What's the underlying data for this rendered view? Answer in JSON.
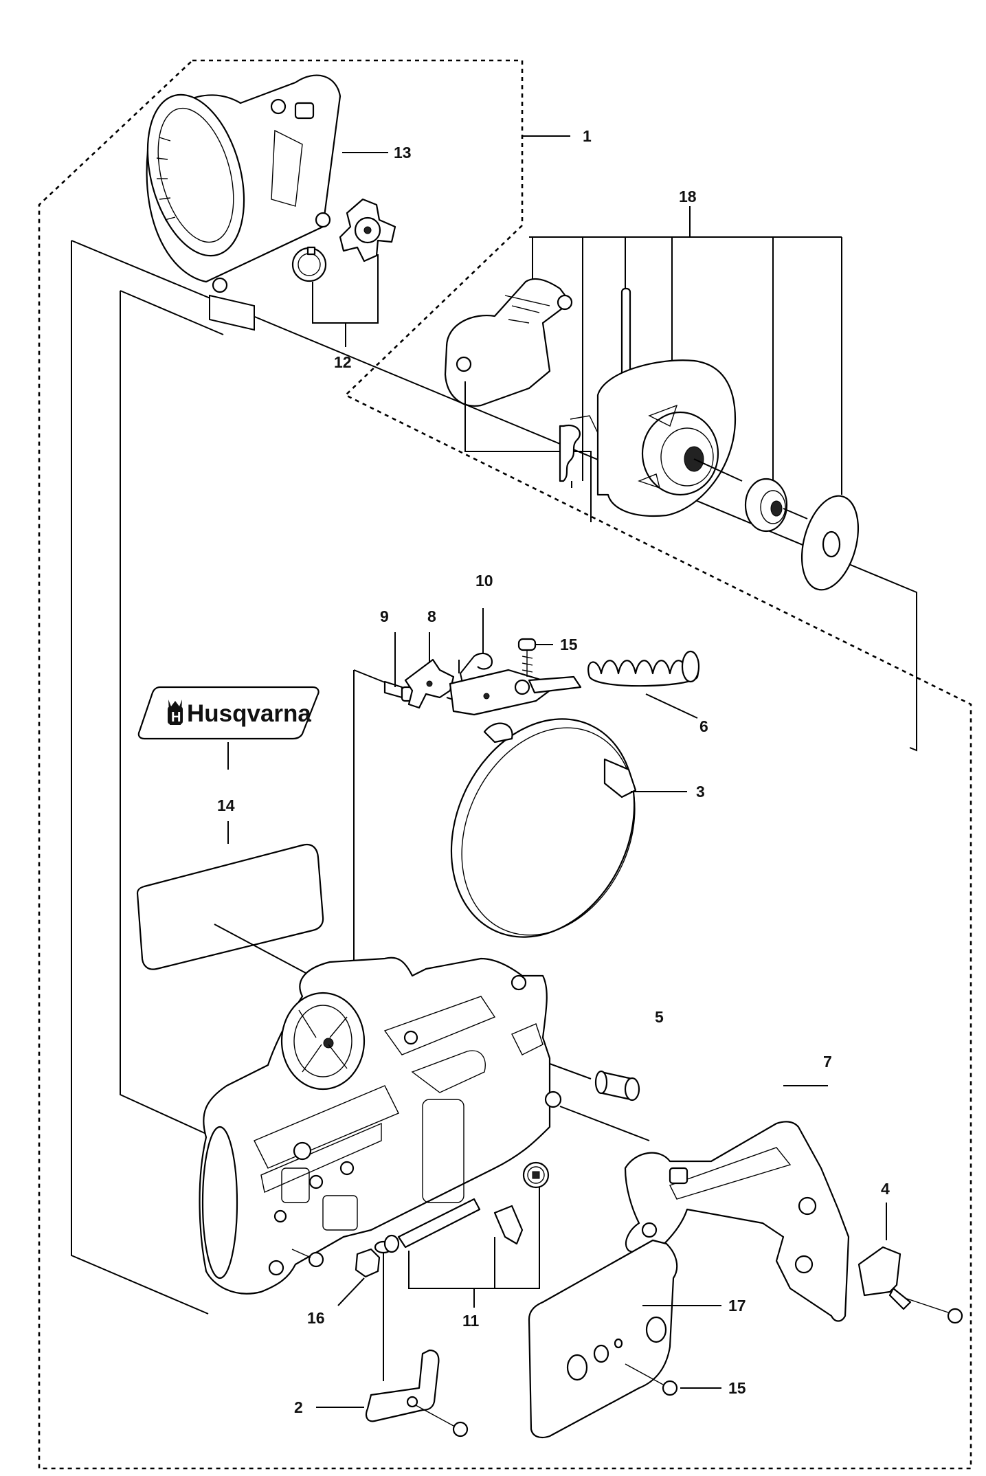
{
  "brand_text": "Husqvarna",
  "callouts": [
    {
      "id": "1",
      "text": "1"
    },
    {
      "id": "2",
      "text": "2"
    },
    {
      "id": "3",
      "text": "3"
    },
    {
      "id": "4",
      "text": "4"
    },
    {
      "id": "5",
      "text": "5"
    },
    {
      "id": "6",
      "text": "6"
    },
    {
      "id": "7",
      "text": "7"
    },
    {
      "id": "8",
      "text": "8"
    },
    {
      "id": "9",
      "text": "9"
    },
    {
      "id": "10",
      "text": "10"
    },
    {
      "id": "11",
      "text": "11"
    },
    {
      "id": "12",
      "text": "12"
    },
    {
      "id": "13",
      "text": "13"
    },
    {
      "id": "14",
      "text": "14"
    },
    {
      "id": "15a",
      "text": "15"
    },
    {
      "id": "15b",
      "text": "15"
    },
    {
      "id": "16",
      "text": "16"
    },
    {
      "id": "17",
      "text": "17"
    },
    {
      "id": "18",
      "text": "18"
    }
  ]
}
